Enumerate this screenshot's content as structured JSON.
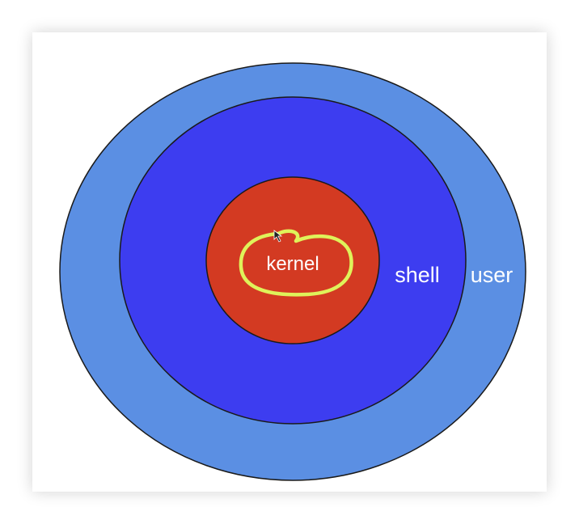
{
  "diagram": {
    "labels": {
      "kernel": "kernel",
      "shell": "shell",
      "user": "user"
    },
    "colors": {
      "user_layer": "#5b8fe3",
      "shell_layer": "#3d3df0",
      "kernel_layer": "#d33a22",
      "annotation": "#dff25a",
      "outline": "#1a1a1a",
      "text": "#ffffff"
    }
  }
}
